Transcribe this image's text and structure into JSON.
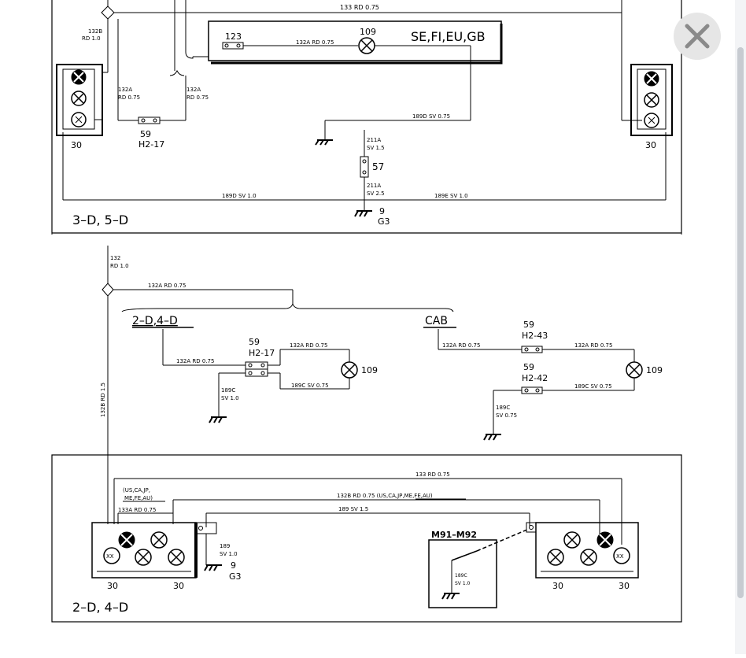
{
  "viewer": {
    "close_icon": "close-icon",
    "close_color": "#8a8a8a",
    "diagram_color": "#000000"
  },
  "panel1": {
    "section_label": "3–D, 5–D",
    "wire_133_rd_075": "133 RD 0.75",
    "wire_132b_a": "132B",
    "wire_132b_b": "RD 1.0",
    "region_label": "SE,FI,EU,GB",
    "connector_123": "123",
    "wire_132a_rd_075_top": "132A RD 0.75",
    "lamp_109_top": "109",
    "wire_132a_left_a": "132A",
    "wire_132a_left_b": "RD 0.75",
    "wire_132a_right_a": "132A",
    "wire_132a_right_b": "RD 0.75",
    "wire_189d_sv_075": "189D SV 0.75",
    "fuse_59": "59",
    "fuse_h2_17": "H2-17",
    "wire_211a_top_a": "211A",
    "wire_211a_top_b": "SV 1.5",
    "connector_57": "57",
    "wire_211a_bot_a": "211A",
    "wire_211a_bot_b": "SV 2.5",
    "wire_189d_sv_10": "189D SV 1.0",
    "wire_189e_sv_10": "189E SV 1.0",
    "ground_9": "9",
    "ground_g3": "G3",
    "lamp_unit_left_label": "30",
    "lamp_unit_right_label": "30"
  },
  "middle": {
    "wire_132_a": "132",
    "wire_132_b": "RD 1.0",
    "wire_132a_rd_075": "132A RD 0.75",
    "variant_2d4d": "2–D,4–D",
    "variant_cab": "CAB",
    "wire_132b_rd_15": "132B RD 1.5",
    "fuse_59_left": "59",
    "fuse_h2_17_left": "H2-17",
    "wire_132a_left_a": "132A RD 0.75",
    "wire_132a_left_b": "132A RD 0.75",
    "lamp_109_left": "109",
    "wire_189c_left_a": "189C",
    "wire_189c_left_b": "SV 1.0",
    "wire_189c_sv_075_left": "189C SV 0.75",
    "fuse_59_h43": "59",
    "fuse_h2_43": "H2-43",
    "wire_132a_cab_a": "132A RD 0.75",
    "wire_132a_cab_b": "132A RD 0.75",
    "lamp_109_right": "109",
    "fuse_59_h42": "59",
    "fuse_h2_42": "H2-42",
    "wire_189c_right_a": "189C",
    "wire_189c_right_b": "SV 0.75",
    "wire_189c_sv_075_right": "189C SV 0.75"
  },
  "panel2": {
    "section_label": "2–D, 4–D",
    "wire_133_rd_075": "133 RD 0.75",
    "markets_a": "(US,CA,JP,",
    "markets_b": "ME,FE,AU)",
    "wire_133a_rd_075": "133A RD 0.75",
    "wire_132b_markets": "132B RD 0.75 (US,CA,JP,ME,FE,AU)",
    "wire_189_sv_15": "189 SV 1.5",
    "wire_189_a": "189",
    "wire_189_b": "SV 1.0",
    "ground_9": "9",
    "ground_g3": "G3",
    "module_label": "M91–M92",
    "wire_189c_a": "189C",
    "wire_189c_b": "SV 1.0",
    "left_unit_30a": "30",
    "left_unit_30b": "30",
    "right_unit_30a": "30",
    "right_unit_30b": "30",
    "lamp_xx": "XX"
  }
}
